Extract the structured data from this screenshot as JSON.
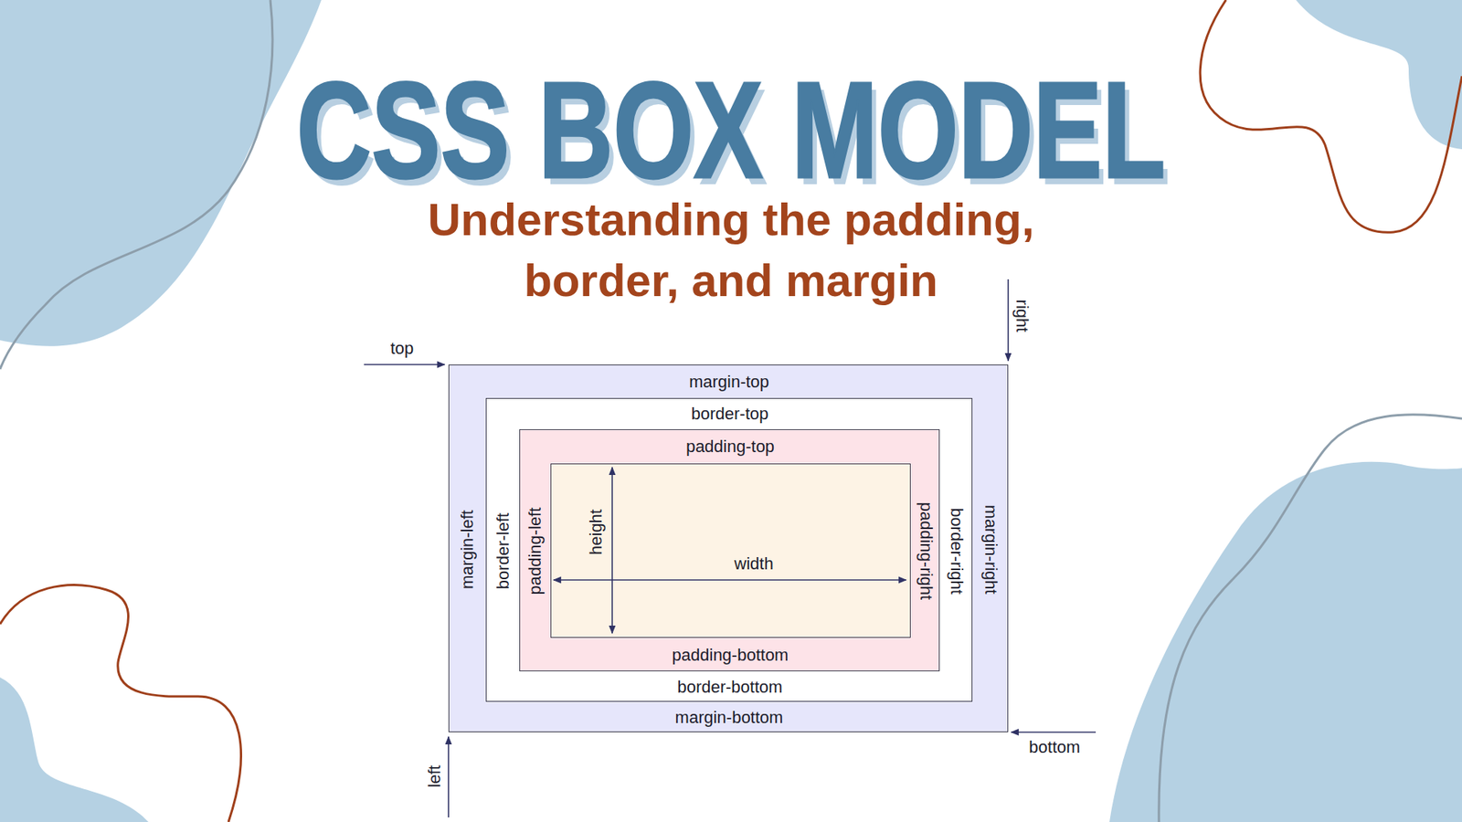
{
  "diagram": {
    "title": "CSS BOX MODEL",
    "caption": "Understanding the padding, border, and margin",
    "nodes": [
      {
        "text": [
          "margin-top",
          "margin-left",
          "margin-right",
          "margin-bottom"
        ]
      },
      {
        "text": [
          "border-top",
          "border-left",
          "border-right",
          "border-bottom"
        ],
        "in": 0
      },
      {
        "text": [
          "padding-top",
          "padding-left",
          "padding-right",
          "padding-bottom"
        ],
        "in": 1
      },
      {
        "text": [
          "height",
          "width"
        ],
        "in": 2
      }
    ],
    "labels": [
      "top",
      "right",
      "bottom",
      "left"
    ]
  }
}
